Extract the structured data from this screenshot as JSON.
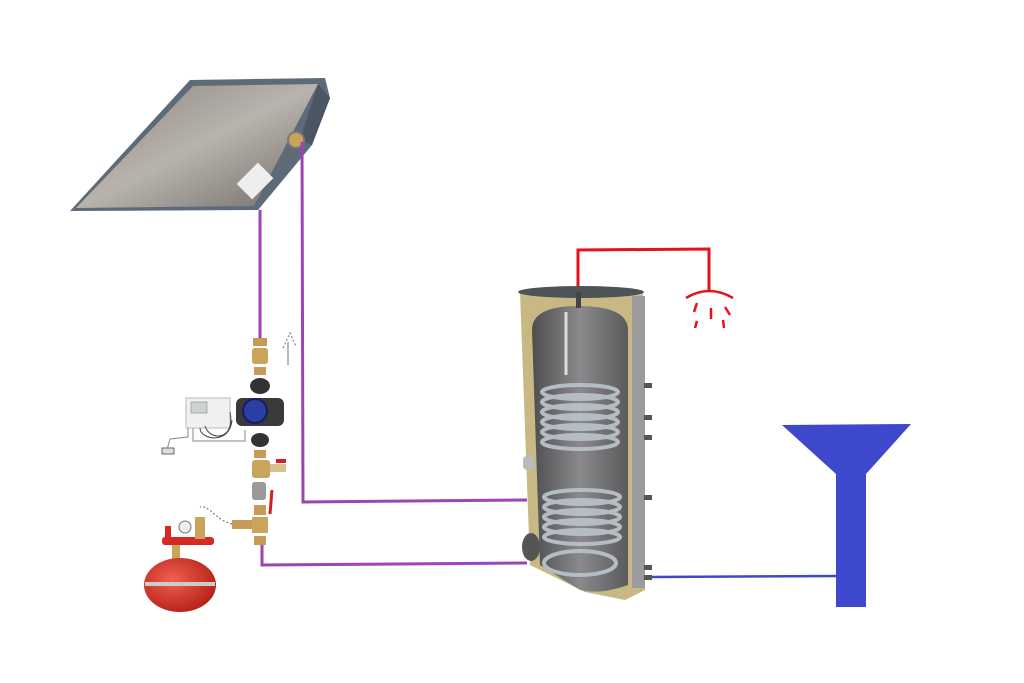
{
  "diagram": {
    "colors": {
      "solar_loop": "#9b45b5",
      "hot_water": "#e8101a",
      "cold_water": "#3d48cc",
      "insulation": "#c8b883",
      "tank_inner": "#6e6e70",
      "expansion_vessel": "#d42a22",
      "panel_frame": "#5d6b78"
    },
    "components": [
      "solar-collector",
      "pump-station",
      "controller",
      "expansion-vessel",
      "storage-tank",
      "shower",
      "cold-water-supply"
    ]
  }
}
